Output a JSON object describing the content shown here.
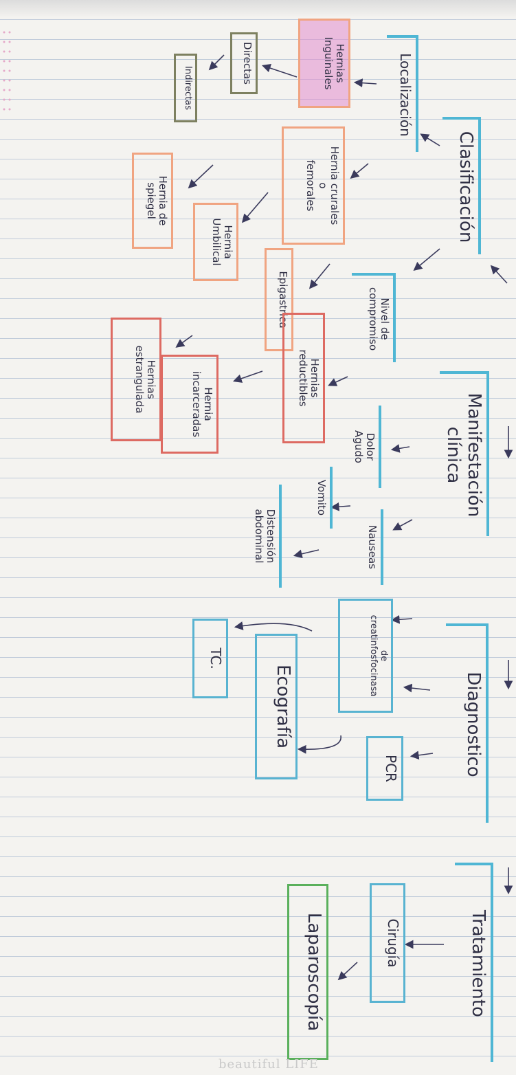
{
  "nodes": {
    "clasificacion": "Clasificación",
    "localizacion": "Localización",
    "nivel_compromiso_1": "Nivel de",
    "nivel_compromiso_2": "compromiso",
    "hernias_inguinales_1": "Hernias",
    "hernias_inguinales_2": "Inguinales",
    "directas": "Directas",
    "indirectas": "Indirectas",
    "hernia_crurales_1": "Hernia crurales",
    "hernia_crurales_2": "o",
    "hernia_crurales_3": "femorales",
    "hernia_spiegel_1": "Hernia de",
    "hernia_spiegel_2": "spiegel",
    "hernia_umbilical_1": "Hernia",
    "hernia_umbilical_2": "Umbilical",
    "epigastrica": "Epigastrica",
    "hernias_reductibles_1": "Hernias",
    "hernias_reductibles_2": "reductibles",
    "hernia_incarceradas_1": "Hernia",
    "hernia_incarceradas_2": "incarceradas",
    "hernias_estrangulada_1": "Hernias",
    "hernias_estrangulada_2": "estrangulada",
    "manifestacion_1": "Manifestación",
    "manifestacion_2": "clínica",
    "dolor_agudo_1": "Dolor",
    "dolor_agudo_2": "Agudo",
    "nauseas": "Nauseas",
    "vomito": "Vomito",
    "distension_1": "Distensión",
    "distension_2": "abdominal",
    "diagnostico": "Diagnostico",
    "creatinina_1": "de",
    "creatinina_2": "creatinfosfocinasa",
    "pcr": "PCR",
    "ecografia": "Ecografía",
    "tc": "TC.",
    "tratamiento": "Tratamiento",
    "cirugia": "Cirugía",
    "laparoscopia": "Laparoscopía"
  },
  "footer_brand": "beautiful LIFE",
  "colors": {
    "ink": "#2f2f44",
    "orange": "#f0a481",
    "red": "#dd6a62",
    "blue": "#58b3d1",
    "green": "#5ab05c",
    "olive": "#7d8060",
    "pink": "#e28ccd",
    "arrow": "#3a3a5c"
  }
}
